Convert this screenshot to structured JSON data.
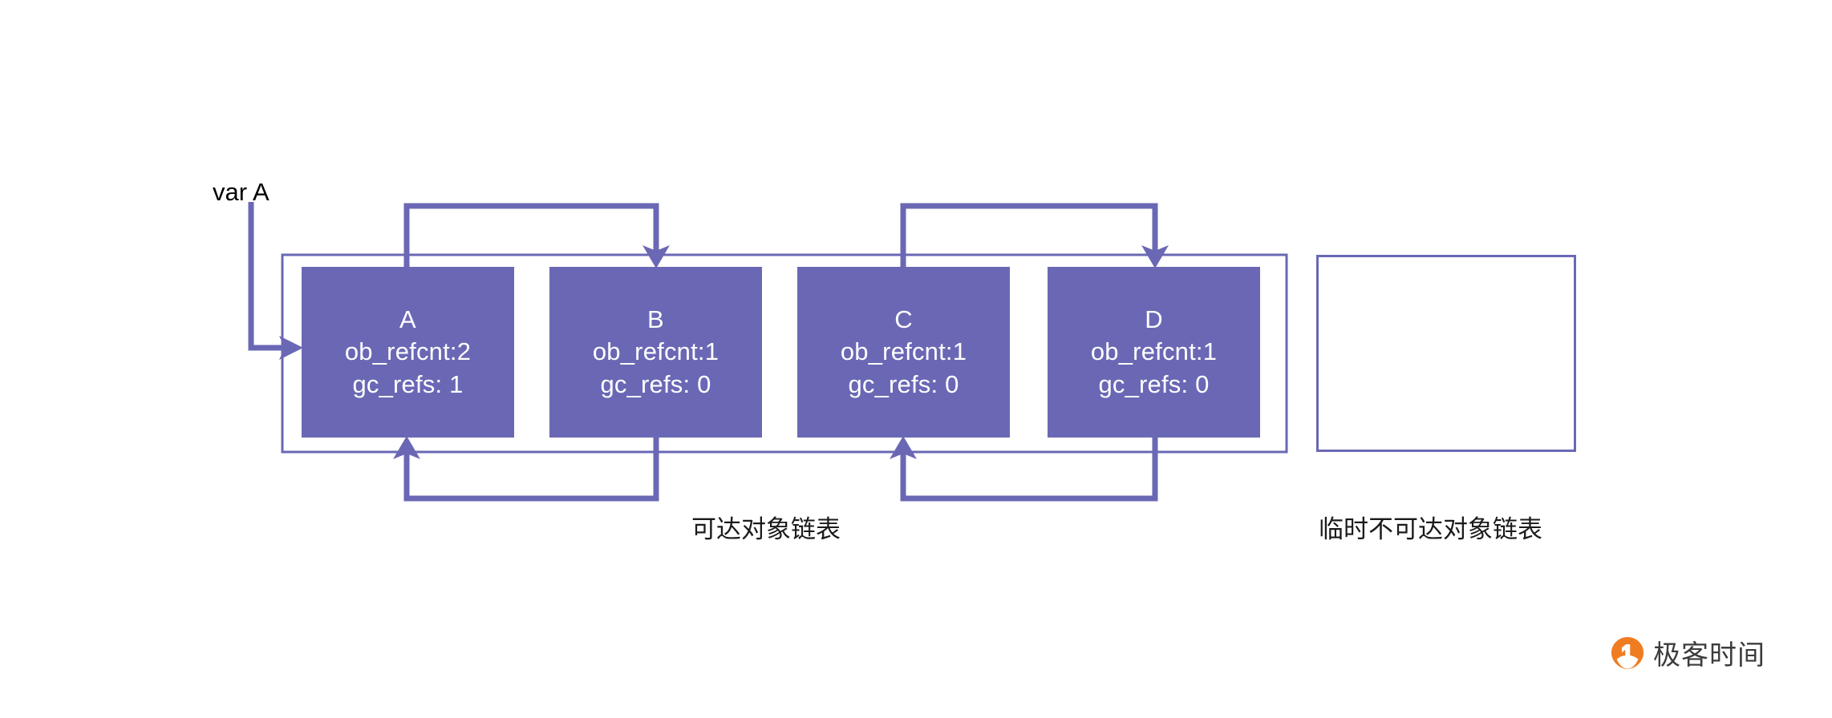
{
  "diagram": {
    "title_note": "Python GC reachable / temporarily-unreachable object lists",
    "accent_color": "#6a68b5",
    "box_text_color": "#ffffff",
    "background_color": "#ffffff",
    "root_reference": {
      "label": "var A",
      "points_to": "A"
    },
    "objects": [
      {
        "id": "A",
        "name": "A",
        "ob_refcnt": "ob_refcnt:2",
        "gc_refs": "gc_refs: 1"
      },
      {
        "id": "B",
        "name": "B",
        "ob_refcnt": "ob_refcnt:1",
        "gc_refs": "gc_refs: 0"
      },
      {
        "id": "C",
        "name": "C",
        "ob_refcnt": "ob_refcnt:1",
        "gc_refs": "gc_refs: 0"
      },
      {
        "id": "D",
        "name": "D",
        "ob_refcnt": "ob_refcnt:1",
        "gc_refs": "gc_refs: 0"
      }
    ],
    "edges": [
      {
        "from": "A",
        "to": "B",
        "direction": "top-over-right"
      },
      {
        "from": "B",
        "to": "A",
        "direction": "bottom-under-left"
      },
      {
        "from": "C",
        "to": "D",
        "direction": "top-over-right"
      },
      {
        "from": "D",
        "to": "C",
        "direction": "bottom-under-left"
      }
    ],
    "lists": [
      {
        "id": "reachable",
        "caption": "可达对象链表",
        "contains": [
          "A",
          "B",
          "C",
          "D"
        ],
        "empty": false
      },
      {
        "id": "unreachable",
        "caption": "临时不可达对象链表",
        "contains": [],
        "empty": true
      }
    ]
  },
  "brand": {
    "name": "极客时间",
    "mark_color": "#f07c22",
    "mark_icon": "geektime-logo-icon"
  }
}
